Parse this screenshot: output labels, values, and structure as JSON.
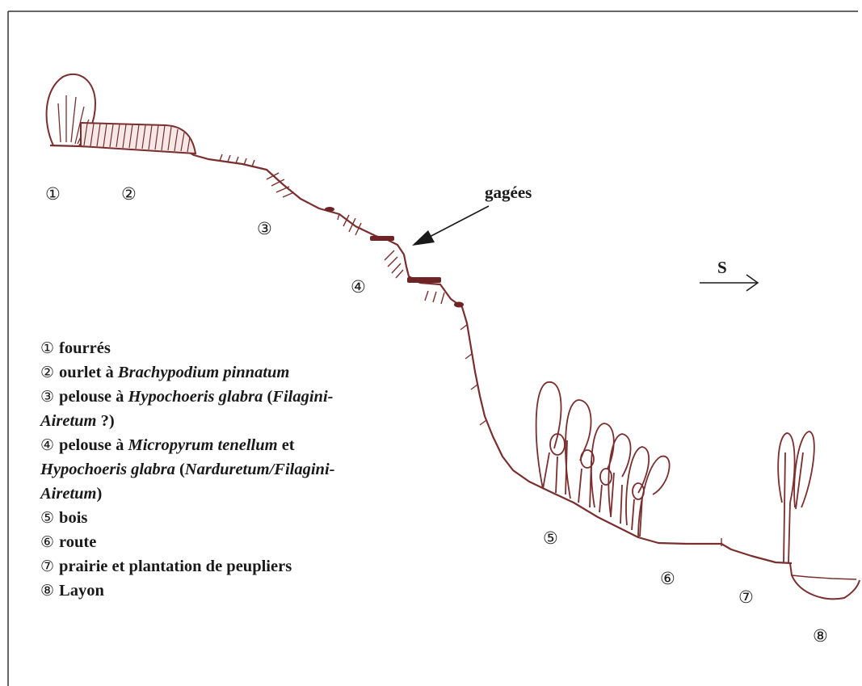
{
  "colors": {
    "ink": "#7a2e2e",
    "fill": "#6e2424",
    "text": "#1a1a1a"
  },
  "figure": {
    "arrow_label": "gagées",
    "direction_label": "S",
    "zone_markers": [
      "①",
      "②",
      "③",
      "④",
      "⑤",
      "⑥",
      "⑦",
      "⑧"
    ]
  },
  "legend": [
    {
      "num": "①",
      "text": "fourrés"
    },
    {
      "num": "②",
      "pre": "ourlet à ",
      "italic": "Brachypodium pinnatum"
    },
    {
      "num": "③",
      "pre": "pelouse à ",
      "italic": "Hypochoeris glabra",
      "mid": " (",
      "italic2": "Filagini-",
      "line2_italic": "Airetum",
      "line2_rest": " ?)"
    },
    {
      "num": "④",
      "pre": "pelouse à ",
      "italic": "Micropyrum tenellum",
      "mid": " et",
      "line2_italic": "Hypochoeris glabra",
      "line2_mid": " (",
      "line2_italic2": "Narduretum/Filagini-",
      "line3_italic": "Airetum",
      "line3_rest": ")"
    },
    {
      "num": "⑤",
      "text": "bois"
    },
    {
      "num": "⑥",
      "text": "route"
    },
    {
      "num": "⑦",
      "text": "prairie et plantation de peupliers"
    },
    {
      "num": "⑧",
      "text": "Layon"
    }
  ]
}
